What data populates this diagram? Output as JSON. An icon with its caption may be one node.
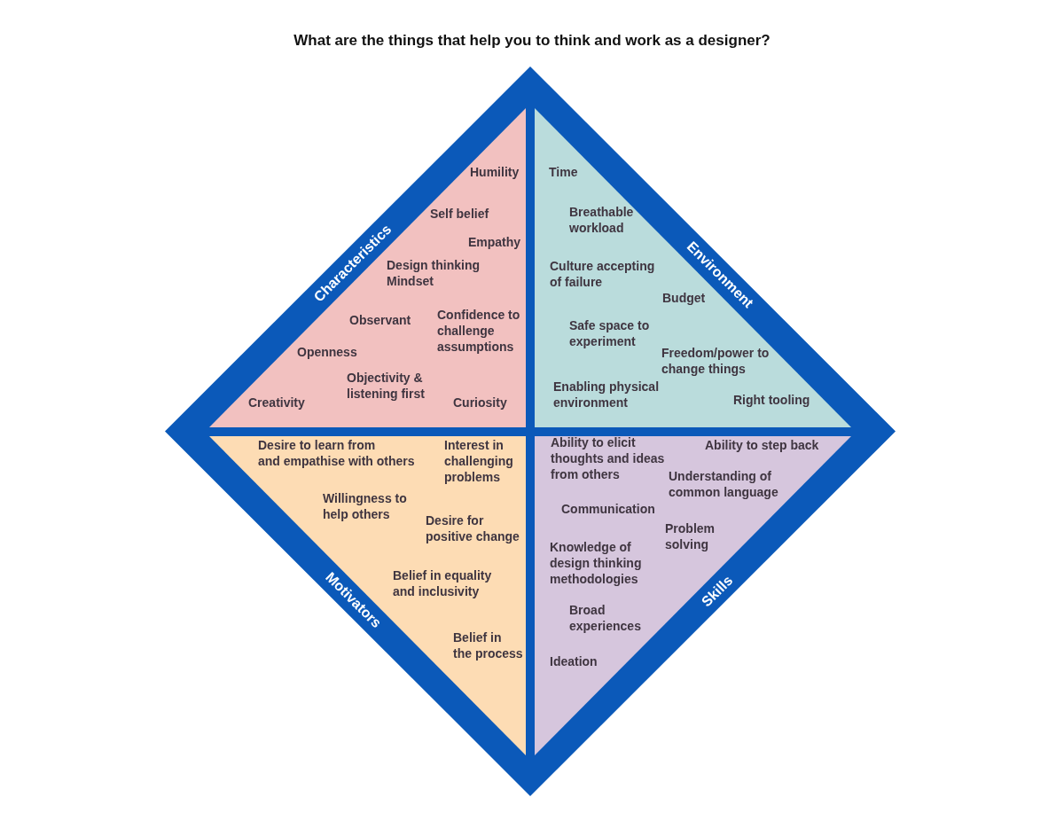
{
  "diagram": {
    "title": "What are the things that help you to think and work as a designer?",
    "nodes": [
      {
        "text": [],
        "shape": "diamond"
      },
      {
        "text": [
          "Characteristics",
          "Humility",
          "Self belief",
          "Empathy",
          "Design thinking Mindset",
          "Observant",
          "Confidence to challenge assumptions",
          "Openness",
          "Objectivity & listening first",
          "Creativity",
          "Curiosity"
        ],
        "in": 0
      },
      {
        "text": [
          "Environment",
          "Time",
          "Breathable workload",
          "Culture accepting of failure",
          "Budget",
          "Safe space to experiment",
          "Freedom/power to change things",
          "Enabling physical environment",
          "Right tooling"
        ],
        "in": 0
      },
      {
        "text": [
          "Motivators",
          "Desire to learn from and empathise with others",
          "Interest in challenging problems",
          "Willingness to help others",
          "Desire for positive change",
          "Belief in equality and inclusivity",
          "Belief in the process"
        ],
        "in": 0
      },
      {
        "text": [
          "Skills",
          "Ability to elicit thoughts and ideas from others",
          "Ability to step back",
          "Understanding of common language",
          "Communication",
          "Problem solving",
          "Knowledge of design thinking methodologies",
          "Broad experiences",
          "Ideation"
        ],
        "in": 0
      }
    ],
    "edges": []
  }
}
